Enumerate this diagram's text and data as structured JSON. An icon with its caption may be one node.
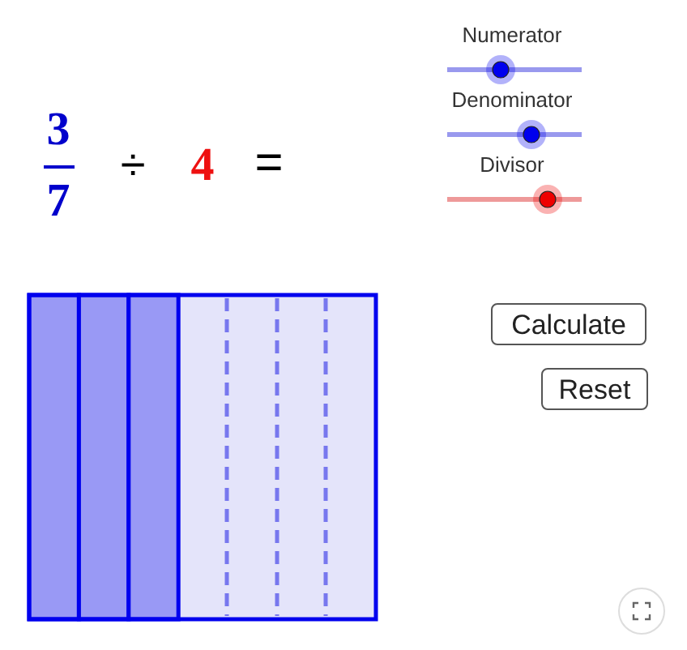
{
  "diagram": {
    "labels": [
      "Numerator",
      "Denominator",
      "3",
      "÷",
      "4",
      "=",
      "7",
      "Divisor",
      "Calculate",
      "Reset"
    ]
  }
}
